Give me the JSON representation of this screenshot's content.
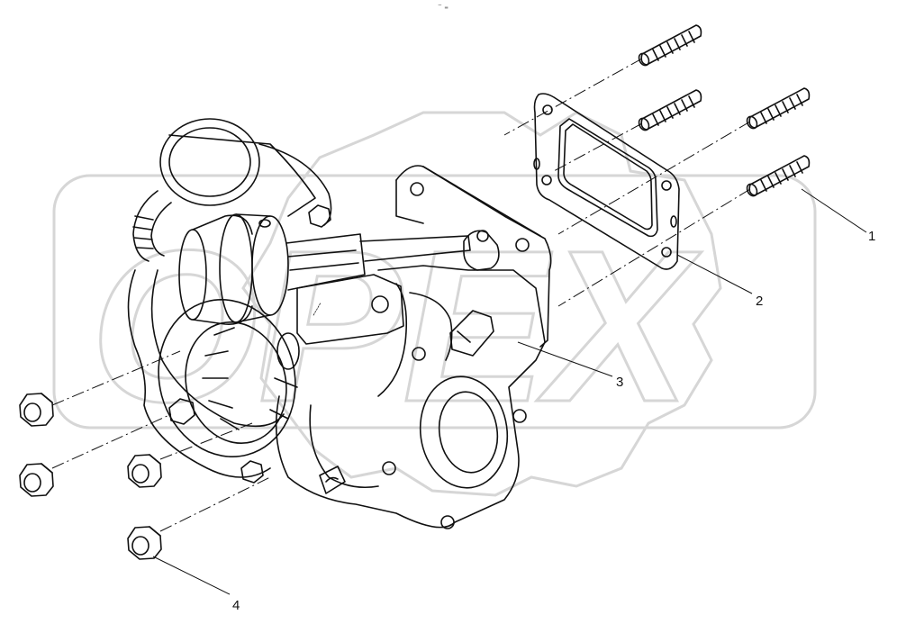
{
  "header_mark": "⁻ ₌",
  "watermark_text": "OPEX",
  "callouts": [
    {
      "id": "1",
      "label": "1",
      "part": "stud"
    },
    {
      "id": "2",
      "label": "2",
      "part": "gasket"
    },
    {
      "id": "3",
      "label": "3",
      "part": "turbocharger"
    },
    {
      "id": "4",
      "label": "4",
      "part": "nut"
    }
  ],
  "colors": {
    "line": "#111111",
    "watermark": "#d4d4d4",
    "background": "#ffffff"
  }
}
